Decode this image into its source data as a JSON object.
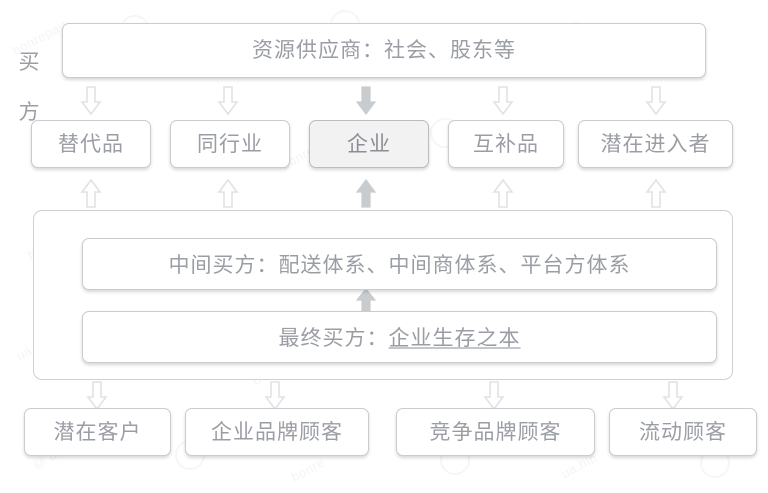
{
  "diagram": {
    "title_box": {
      "label": "资源供应商：社会、股东等"
    },
    "forces_row": [
      {
        "label": "替代品",
        "filled": false
      },
      {
        "label": "同行业",
        "filled": false
      },
      {
        "label": "企业",
        "filled": true
      },
      {
        "label": "互补品",
        "filled": false
      },
      {
        "label": "潜在进入者",
        "filled": false
      }
    ],
    "buyers_group": {
      "side_label_line1": "买",
      "side_label_line2": "方",
      "intermediate": {
        "label": "中间买方：配送体系、中间商体系、平台方体系"
      },
      "final": {
        "prefix": "最终买方：",
        "emphasis": "企业生存之本"
      }
    },
    "customers_row": [
      {
        "label": "潜在客户"
      },
      {
        "label": "企业品牌顾客"
      },
      {
        "label": "竞争品牌顾客"
      },
      {
        "label": "流动顾客"
      }
    ],
    "arrows": {
      "top_down": [
        {
          "name": "arrow-down-to-substitutes",
          "filled": false
        },
        {
          "name": "arrow-down-to-same-industry",
          "filled": false
        },
        {
          "name": "arrow-down-to-enterprise",
          "filled": true
        },
        {
          "name": "arrow-down-to-complements",
          "filled": false
        },
        {
          "name": "arrow-down-to-new-entrants",
          "filled": false
        }
      ],
      "middle_up": [
        {
          "name": "arrow-up-from-buyers-to-substitutes",
          "filled": false
        },
        {
          "name": "arrow-up-from-buyers-to-same-industry",
          "filled": false
        },
        {
          "name": "arrow-up-from-buyers-to-enterprise",
          "filled": true
        },
        {
          "name": "arrow-up-from-buyers-to-complements",
          "filled": false
        },
        {
          "name": "arrow-up-from-buyers-to-new-entrants",
          "filled": false
        }
      ],
      "inner_up": [
        {
          "name": "arrow-up-final-to-intermediate",
          "filled": true
        }
      ],
      "bottom_down": [
        {
          "name": "arrow-down-to-potential-customers",
          "filled": false
        },
        {
          "name": "arrow-down-to-brand-customers",
          "filled": false
        },
        {
          "name": "arrow-down-to-competitor-customers",
          "filled": false
        },
        {
          "name": "arrow-down-to-floating-customers",
          "filled": false
        }
      ]
    },
    "colors": {
      "box_border": "#c9ccd0",
      "box_fill": "#ffffff",
      "box_fill_highlight": "#f2f2f2",
      "text": "#9a9ea4",
      "arrow_outline": "#e2e4e6",
      "arrow_fill": "#c9ccce",
      "background": "#ffffff"
    }
  }
}
